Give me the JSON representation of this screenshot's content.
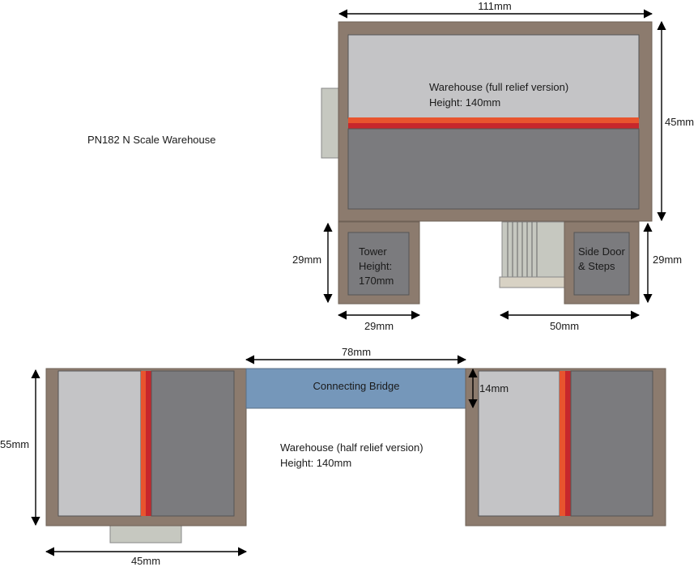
{
  "title": "PN182 N Scale Warehouse",
  "full_relief": {
    "label_line1": "Warehouse (full relief version)",
    "label_line2": "Height: 140mm",
    "width_dim": "111mm",
    "depth_dim": "45mm"
  },
  "tower": {
    "label_line1": "Tower",
    "label_line2": "Height:",
    "label_line3": "170mm",
    "width_dim": "29mm",
    "depth_dim": "29mm"
  },
  "side_door": {
    "label_line1": "Side Door",
    "label_line2": "& Steps",
    "width_dim": "50mm",
    "depth_dim": "29mm"
  },
  "half_relief": {
    "label_line1": "Warehouse (half relief version)",
    "label_line2": "Height: 140mm",
    "height_dim": "55mm",
    "width_dim": "45mm"
  },
  "bridge": {
    "label": "Connecting Bridge",
    "length_dim": "78mm",
    "depth_dim": "14mm"
  },
  "colors": {
    "wall_brown": "#8c7b6e",
    "roof_light": "#c4c4c6",
    "roof_dark": "#7b7b7e",
    "stripe_red": "#c7272c",
    "stripe_orange": "#e8542e",
    "annex_grey": "#c6c8c0",
    "bridge_blue": "#7597ba"
  }
}
